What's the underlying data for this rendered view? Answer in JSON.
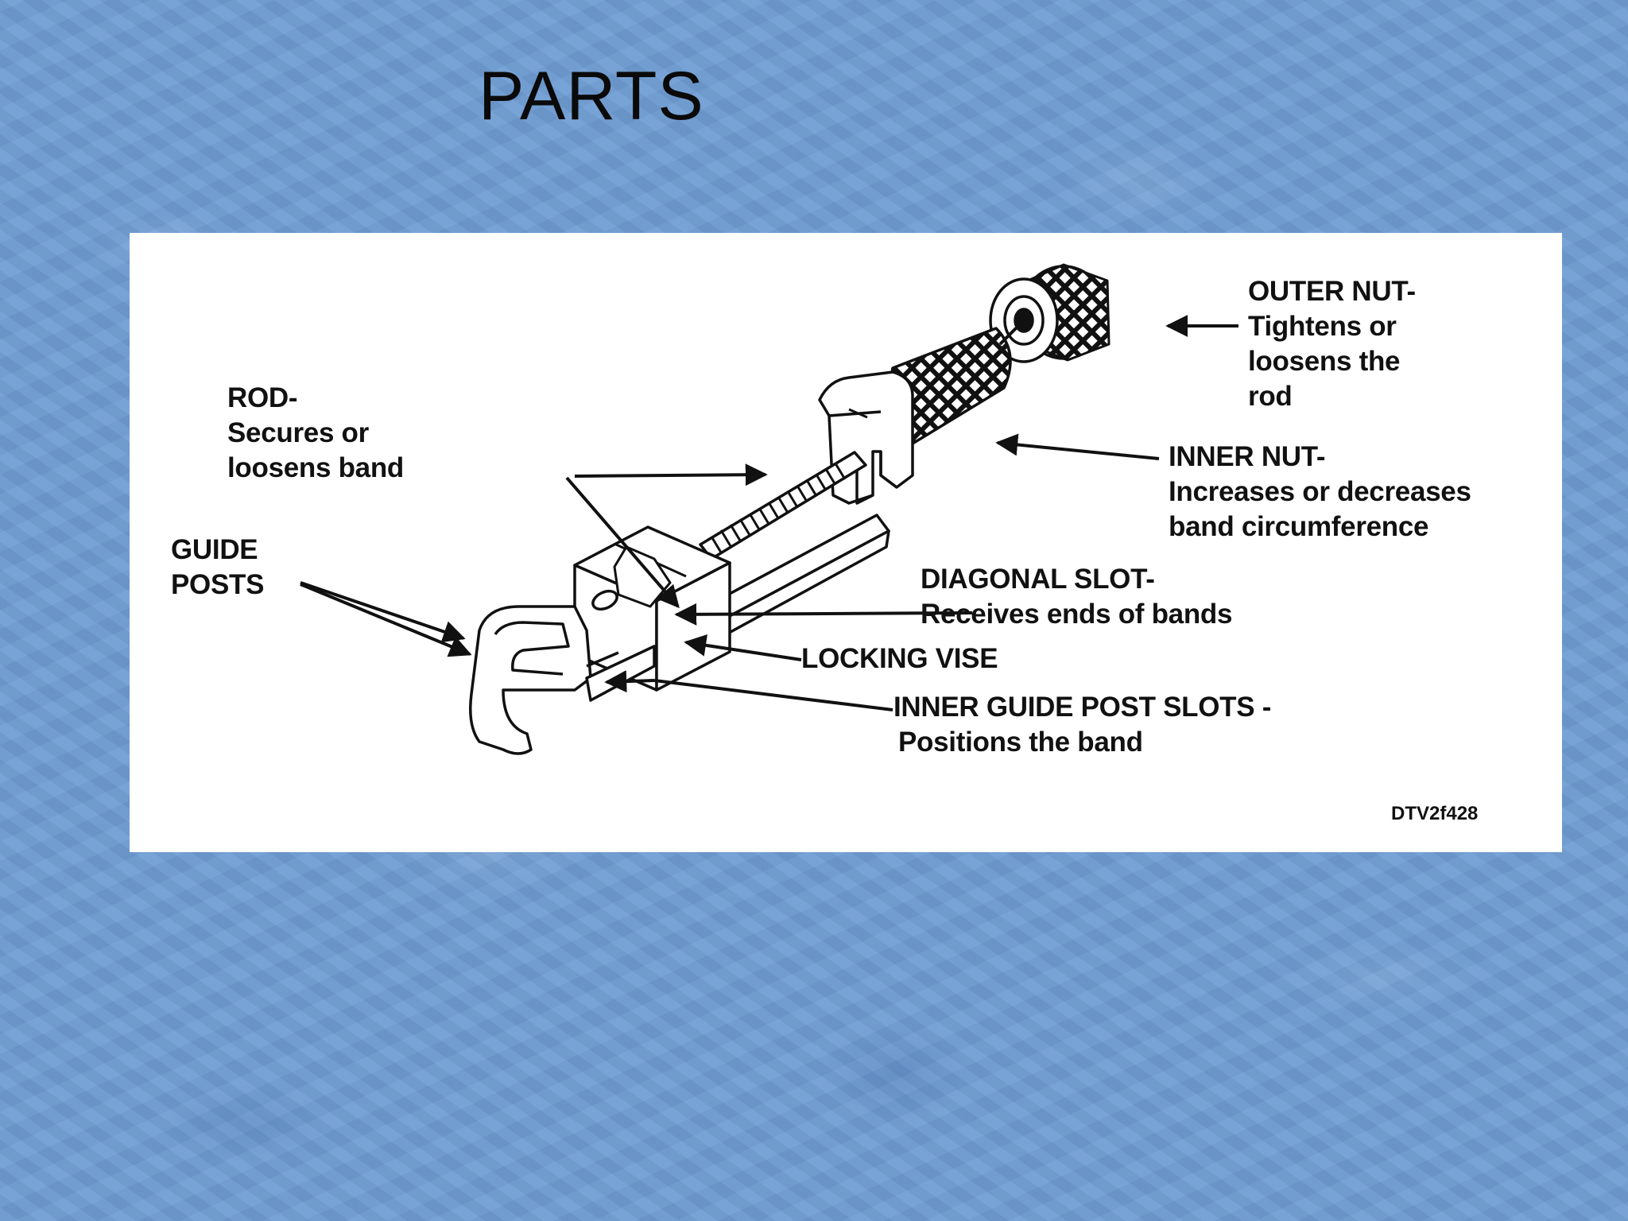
{
  "slide": {
    "title": "PARTS"
  },
  "figure": {
    "labels": {
      "outer_nut": [
        "OUTER NUT-",
        "Tightens or",
        "loosens the",
        "rod"
      ],
      "rod": [
        "ROD-",
        "Secures or",
        "loosens band"
      ],
      "inner_nut": [
        "INNER NUT-",
        "Increases or decreases",
        "band circumference"
      ],
      "guide_posts": [
        "GUIDE",
        "POSTS"
      ],
      "diagonal_slot": [
        "DIAGONAL SLOT-",
        "Receives ends of bands"
      ],
      "locking_vise": [
        "LOCKING VISE"
      ],
      "inner_guide_post_slots": [
        "INNER GUIDE POST SLOTS -",
        "Positions the  band"
      ]
    },
    "code": "DTV2f428"
  }
}
